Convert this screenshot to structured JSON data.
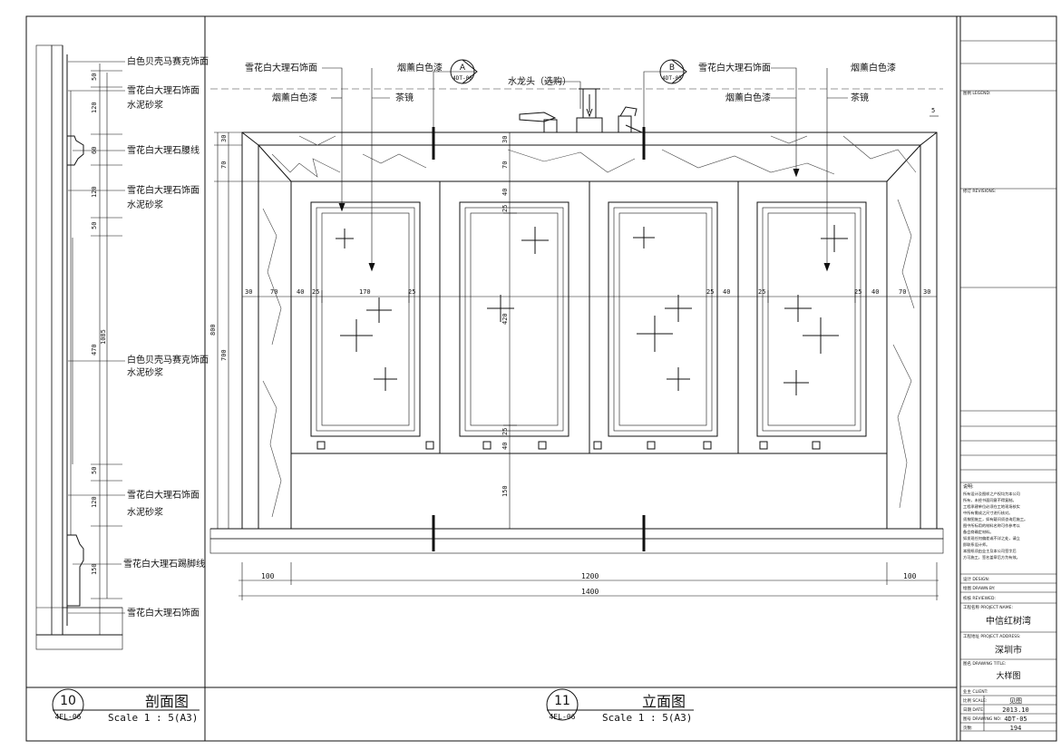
{
  "section_view": {
    "labels": [
      "白色贝壳马赛克饰面",
      "雪花白大理石饰面",
      "水泥砂浆",
      "雪花白大理石腰线",
      "雪花白大理石饰面",
      "水泥砂浆",
      "白色贝壳马赛克饰面",
      "水泥砂浆",
      "雪花白大理石饰面",
      "水泥砂浆",
      "雪花白大理石踢脚线",
      "雪花白大理石饰面"
    ],
    "dims": [
      "50",
      "120",
      "60",
      "120",
      "50",
      "470",
      "1085",
      "50",
      "120",
      "150"
    ],
    "badge_number": "10",
    "badge_ref": "4EL-06",
    "title": "剖面图",
    "scale": "Scale 1 : 5(A3)"
  },
  "elevation_view": {
    "labels": {
      "left_marble": "雪花白大理石饰面",
      "left_paint": "烟薰白色漆",
      "left_paint2": "烟薰白色漆",
      "left_mirror": "茶镜",
      "faucet": "水龙头（选购）",
      "right_marble": "雪花白大理石饰面",
      "right_paint": "烟薰白色漆",
      "right_paint2": "烟薰白色漆",
      "right_mirror": "茶镜"
    },
    "section_marks": [
      {
        "letter": "A",
        "ref": "4DT-06"
      },
      {
        "letter": "B",
        "ref": "4DT-05"
      }
    ],
    "vertical_dims_left": [
      "30",
      "70",
      "800",
      "700"
    ],
    "vertical_dims_center": [
      "30",
      "70",
      "40",
      "25",
      "420",
      "25",
      "40",
      "150"
    ],
    "horizontal_dims": [
      "30",
      "70",
      "40",
      "25",
      "170",
      "25",
      "25",
      "40",
      "70",
      "30"
    ],
    "bottom_dims": [
      "100",
      "1200",
      "100",
      "1400"
    ],
    "corner_mark": "5",
    "badge_number": "11",
    "badge_ref": "4EL-06",
    "title": "立面图",
    "scale": "Scale 1 : 5(A3)"
  },
  "title_block": {
    "legend": "图例 LEGEND:",
    "revisions": "修订 REVISIONS:",
    "notes_header": "说明:",
    "notes": [
      "所有设计及图样之产权均为本公司",
      "所有，未经书面同意不得复制。",
      "工程承建单位必须在工地现场核实",
      "中所有需成之尺寸进行核对。",
      "须按图施工，如有疑问须咨询后施工。",
      "图中所标用的材料名称可作参考以",
      "备会商确定材料。",
      "如发现任何偏差或不详之处，请立",
      "即联系设计师。",
      "本图纸须由业主及本公司签字后",
      "方可施工，签名盖章后方为有效。"
    ],
    "design": "设计 DESIGN:",
    "drawn_by": "绘图 DRAWN BY:",
    "checked_by": "校核 REVIEWED:",
    "project_name_label": "工程名称 PROJECT NAME:",
    "project_name": "中信红树湾",
    "project_address_label": "工程地址 PROJECT ADDRESS:",
    "project_address": "深圳市",
    "drawing_title_label": "图名 DRAWING TITLE:",
    "drawing_title": "大样图",
    "client_label": "业主 CLIENT:",
    "scale_label": "比例 SCALE:",
    "scale": "见图",
    "date_label": "日期 DATE:",
    "date": "2013.10",
    "drawing_no_label": "图号 DRAWING NO:",
    "drawing_no": "4DT-05",
    "page_label": "页数:",
    "page": "194"
  }
}
